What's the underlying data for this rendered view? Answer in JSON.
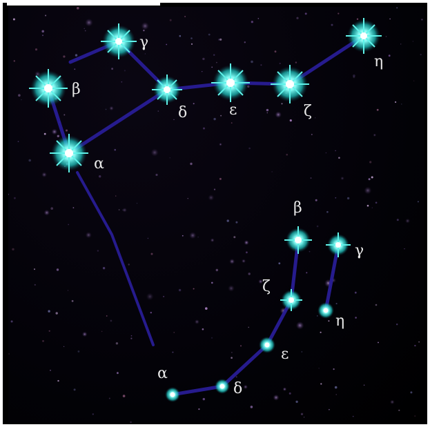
{
  "colors": {
    "sky": "#000000",
    "star_main": "#2ee8e0",
    "star_core": "#ffffff",
    "line": "#2a1e9c",
    "label": "#e8e8e8"
  },
  "upper_labels": [
    "β",
    "γ",
    "δ",
    "ε",
    "ζ",
    "η",
    "α"
  ],
  "lower_labels": [
    "β",
    "γ",
    "ζ",
    "η",
    "ε",
    "α",
    "δ"
  ]
}
